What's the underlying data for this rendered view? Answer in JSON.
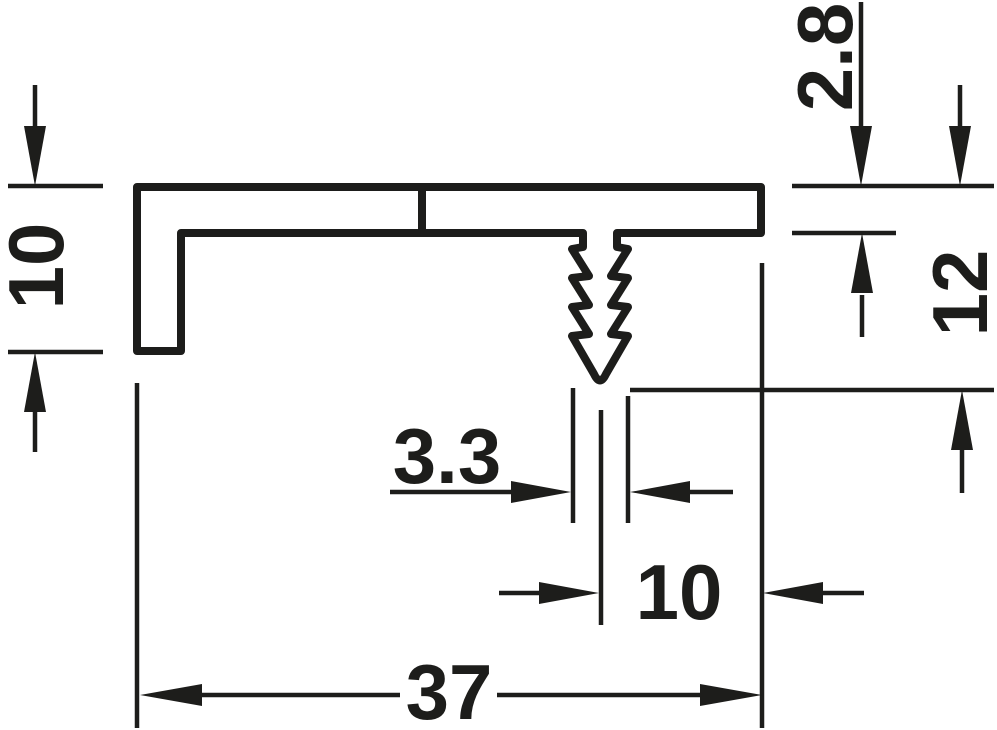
{
  "page": {
    "background": "#ffffff",
    "ink_color": "#1d1d1b"
  },
  "drawing": {
    "kind": "technical-dimension-drawing",
    "subject": "profile-cross-section-with-push-in-barb",
    "units": "mm",
    "labels": {
      "flange_thickness": "2.8",
      "left_leg_height": "10",
      "overall_height": "12",
      "barb_width": "3.3",
      "stem_to_edge": "10",
      "overall_width": "37"
    }
  }
}
